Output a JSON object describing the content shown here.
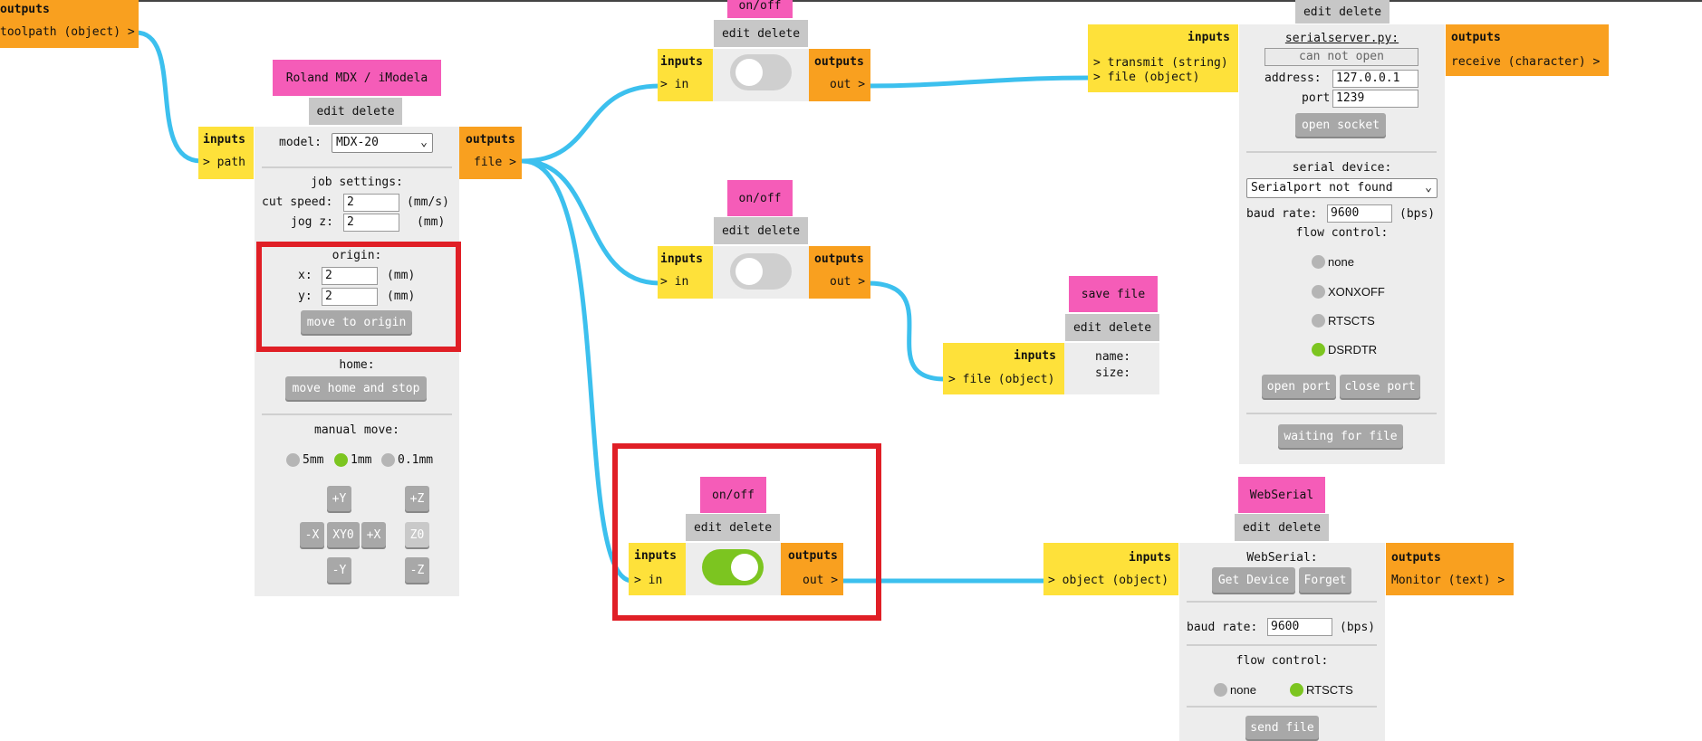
{
  "common": {
    "edit_delete": "edit delete",
    "inputs": "inputs",
    "outputs": "outputs",
    "port_in": "> in",
    "port_out": "out >",
    "on_off": "on/off",
    "unit_mm": "(mm)",
    "unit_mms": "(mm/s)",
    "unit_bps": "(bps)"
  },
  "toolpath_node": {
    "outputs": "outputs",
    "port": "toolpath (object) >"
  },
  "roland": {
    "title": "Roland MDX / iModela",
    "input_port": "> path",
    "output_port": "file >",
    "model_label": "model:",
    "model_value": "MDX-20",
    "job_settings": "job settings:",
    "cut_speed_label": "cut speed:",
    "cut_speed_value": "2",
    "jog_z_label": "jog z:",
    "jog_z_value": "2",
    "origin": "origin:",
    "x_label": "x:",
    "x_value": "2",
    "y_label": "y:",
    "y_value": "2",
    "move_to_origin": "move to origin",
    "home": "home:",
    "move_home_and_stop": "move home and stop",
    "manual_move": "manual move:",
    "steps": [
      "5mm",
      "1mm",
      "0.1mm"
    ],
    "selected_step": "1mm",
    "jog_buttons": {
      "py": "+Y",
      "mx": "-X",
      "xy0": "XY0",
      "px": "+X",
      "my": "-Y",
      "pz": "+Z",
      "z0": "Z0",
      "mz": "-Z"
    }
  },
  "switch1": {
    "state": "off"
  },
  "switch2": {
    "state": "off"
  },
  "switch3": {
    "state": "on"
  },
  "save_file": {
    "title": "save file",
    "input_port": "> file (object)",
    "name_label": "name:",
    "size_label": "size:"
  },
  "serialserver": {
    "input_port_transmit": "> transmit (string)",
    "input_port_file": "> file (object)",
    "output_port": "receive (character) >",
    "link": "serialserver.py:",
    "status": "can not open",
    "address_label": "address:",
    "address_value": "127.0.0.1",
    "port_label": "port:",
    "port_value": "1239",
    "open_socket": "open socket",
    "serial_device": "serial device:",
    "device_value": "Serialport not found",
    "baud_label": "baud rate:",
    "baud_value": "9600",
    "flow_control": "flow control:",
    "flow_options": [
      "none",
      "XONXOFF",
      "RTSCTS",
      "DSRDTR"
    ],
    "flow_selected": "DSRDTR",
    "open_port": "open port",
    "close_port": "close port",
    "waiting_for_file": "waiting for file"
  },
  "webserial": {
    "title": "WebSerial",
    "input_port": "> object (object)",
    "output_port": "Monitor (text) >",
    "heading": "WebSerial:",
    "get_device": "Get Device",
    "forget": "Forget",
    "baud_label": "baud rate:",
    "baud_value": "9600",
    "flow_control": "flow control:",
    "flow_options": [
      "none",
      "RTSCTS"
    ],
    "flow_selected": "RTSCTS",
    "send_file": "send file"
  },
  "colors": {
    "wire": "#3cc0ee",
    "title_pink": "#f55cb8",
    "inputs_yellow": "#fee13a",
    "outputs_orange": "#f9a01f",
    "highlight_red": "#e01f26",
    "toggle_on": "#7cc520"
  }
}
